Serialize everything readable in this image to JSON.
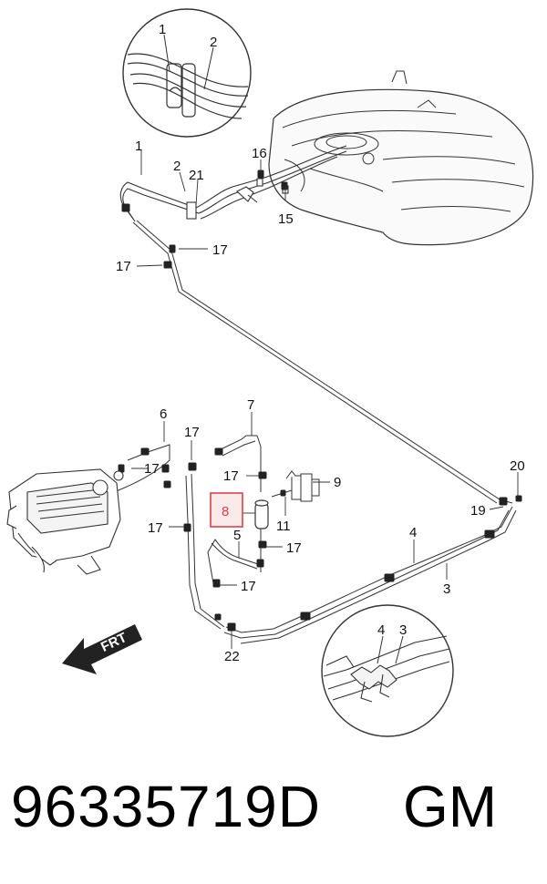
{
  "diagram": {
    "callouts": {
      "c1_detail": "1",
      "c2_detail": "2",
      "c1": "1",
      "c2": "2",
      "c21": "21",
      "c16": "16",
      "c15": "15",
      "c17_a": "17",
      "c17_b": "17",
      "c6": "6",
      "c7": "7",
      "c17_c": "17",
      "c17_d": "17",
      "c17_e": "17",
      "c9": "9",
      "c8": "8",
      "c11": "11",
      "c17_f": "17",
      "c5": "5",
      "c17_g": "17",
      "c17_h": "17",
      "c22": "22",
      "c20": "20",
      "c19": "19",
      "c4": "4",
      "c3": "3",
      "c4_detail": "4",
      "c3_detail": "3"
    },
    "frt_label": "FRT",
    "highlight_color": "#e0404a"
  },
  "footer": {
    "part_number": "96335719D",
    "brand": "GM"
  }
}
